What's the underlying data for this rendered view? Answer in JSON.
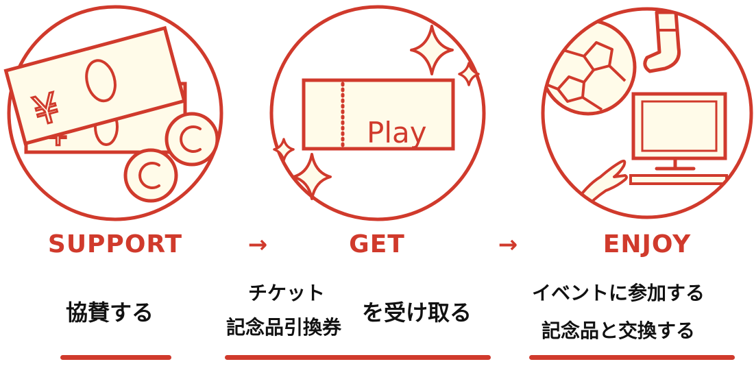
{
  "steps": [
    {
      "title": "SUPPORT",
      "description": "協賛する",
      "icon": "money-icon"
    },
    {
      "title": "GET",
      "description_line1": "チケット",
      "description_line2": "記念品引換券",
      "description_suffix": "を受け取る",
      "ticket_label": "Play",
      "icon": "ticket-icon"
    },
    {
      "title": "ENJOY",
      "description_line1": "イベントに参加する",
      "description_line2": "記念品と交換する",
      "icon": "event-icon"
    }
  ],
  "arrows": [
    "→",
    "→"
  ],
  "colors": {
    "accent": "#d03a2c",
    "fill": "#fffbe9",
    "text": "#111111"
  }
}
